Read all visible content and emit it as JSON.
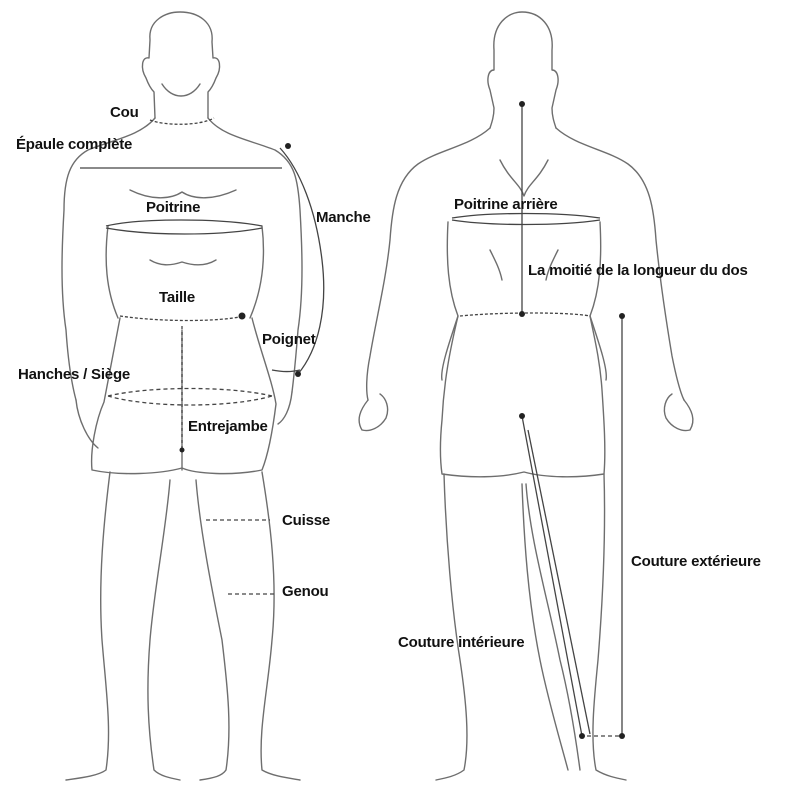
{
  "labels": {
    "cou": "Cou",
    "epaule": "Épaule complète",
    "manche": "Manche",
    "poitrine": "Poitrine",
    "taille": "Taille",
    "poignet": "Poignet",
    "hanches": "Hanches / Siège",
    "entrejambe": "Entrejambe",
    "cuisse": "Cuisse",
    "genou": "Genou",
    "poitrine_arriere": "Poitrine arrière",
    "moitie_dos": "La moitié de la longueur du dos",
    "couture_exterieure": "Couture extérieure",
    "couture_interieure": "Couture intérieure"
  },
  "colors": {
    "outline": "#6e6e6e",
    "measure": "#444444",
    "dot": "#222222",
    "text": "#111111"
  },
  "icons": {
    "front": "front-body-figure",
    "back": "back-body-figure"
  }
}
